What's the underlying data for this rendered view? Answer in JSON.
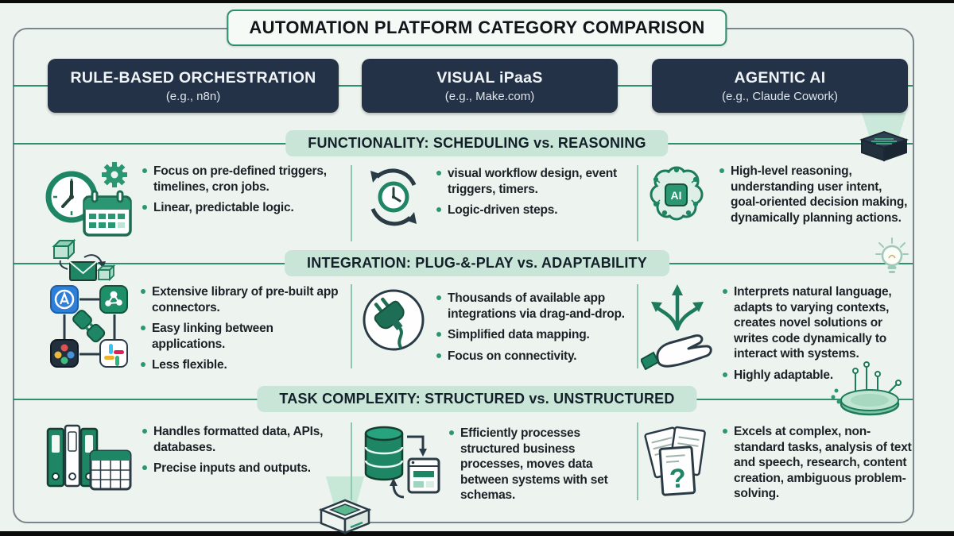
{
  "title": "AUTOMATION PLATFORM CATEGORY COMPARISON",
  "columns": [
    {
      "name": "RULE-BASED ORCHESTRATION",
      "example": "(e.g., n8n)"
    },
    {
      "name": "VISUAL iPaaS",
      "example": "(e.g., Make.com)"
    },
    {
      "name": "AGENTIC AI",
      "example": "(e.g., Claude Cowork)"
    }
  ],
  "sections": [
    {
      "heading": "FUNCTIONALITY: SCHEDULING vs. REASONING",
      "cells": [
        {
          "icon": "clock-calendar-gear-icon",
          "bullets": [
            "Focus on pre-defined triggers, timelines, cron jobs.",
            "Linear, predictable logic."
          ]
        },
        {
          "icon": "cycle-clock-icon",
          "bullets": [
            "visual workflow design, event triggers, timers.",
            "Logic-driven steps."
          ]
        },
        {
          "icon": "ai-brain-chip-icon",
          "bullets": [
            "High-level reasoning, understanding user intent, goal-oriented decision making, dynamically planning actions."
          ]
        }
      ]
    },
    {
      "heading": "INTEGRATION: PLUG-&-PLAY vs. ADAPTABILITY",
      "cells": [
        {
          "icon": "app-connectors-plug-icon",
          "bullets": [
            "Extensive library of pre-built app connectors.",
            "Easy linking between applications.",
            "Less flexible."
          ]
        },
        {
          "icon": "plug-circle-icon",
          "bullets": [
            "Thousands of available app integrations via drag-and-drop.",
            "Simplified data mapping.",
            "Focus on connectivity."
          ]
        },
        {
          "icon": "hand-branching-arrows-icon",
          "bullets": [
            "Interprets natural language, adapts to varying contexts, creates novel solutions or writes code dynamically to interact with systems.",
            "Highly adaptable."
          ]
        }
      ]
    },
    {
      "heading": "TASK COMPLEXITY: STRUCTURED vs. UNSTRUCTURED",
      "cells": [
        {
          "icon": "binders-spreadsheet-icon",
          "bullets": [
            "Handles formatted data, APIs, databases.",
            "Precise inputs and outputs."
          ]
        },
        {
          "icon": "database-transfer-icon",
          "bullets": [
            "Efficiently processes structured business processes, moves data between systems with set schemas."
          ]
        },
        {
          "icon": "documents-question-icon",
          "bullets": [
            "Excels at complex, non-standard tasks, analysis of text and speech, research, content creation, ambiguous problem-solving."
          ]
        }
      ]
    }
  ],
  "decorations": [
    "chip-icon",
    "cubes-mail-icon",
    "lightbulb-icon",
    "circuit-disc-icon",
    "isometric-box-icon"
  ],
  "colors": {
    "background": "#edf3ee",
    "accent_green": "#1e8565",
    "band_bg": "#c9e5d7",
    "header_bg": "#233247",
    "line": "#2f8f70",
    "text": "#1b2126"
  }
}
